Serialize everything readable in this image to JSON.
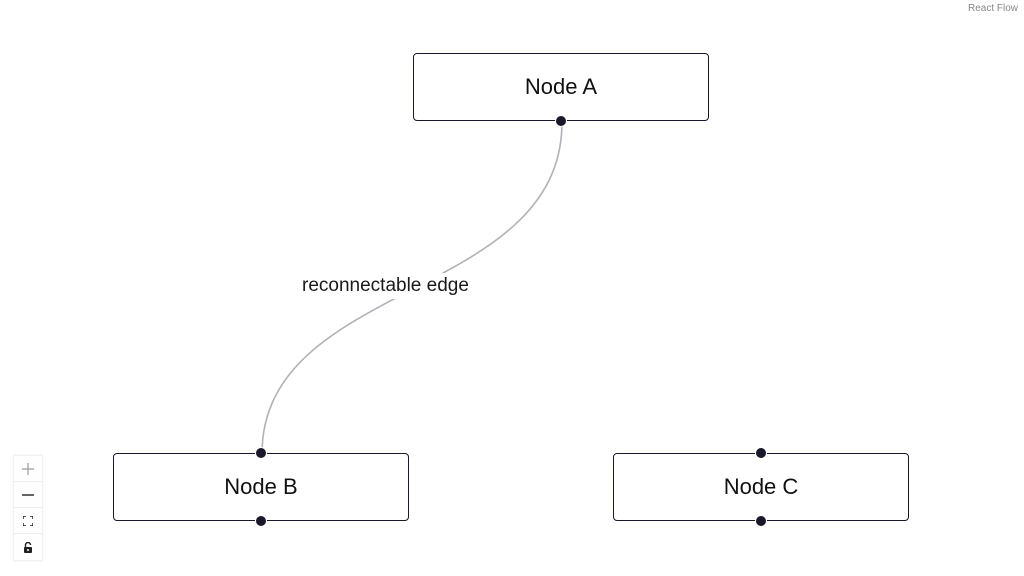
{
  "attribution": "React Flow",
  "nodes": {
    "a": {
      "label": "Node A"
    },
    "b": {
      "label": "Node B"
    },
    "c": {
      "label": "Node C"
    }
  },
  "edges": [
    {
      "source": "Node A",
      "target": "Node B",
      "label": "reconnectable edge"
    }
  ],
  "colors": {
    "node_border": "#1a192b",
    "handle": "#1a192b",
    "edge": "#b1b1b7"
  },
  "controls": [
    {
      "icon": "plus-icon",
      "action": "zoom in"
    },
    {
      "icon": "minus-icon",
      "action": "zoom out"
    },
    {
      "icon": "fit-view-icon",
      "action": "fit view"
    },
    {
      "icon": "lock-icon",
      "action": "toggle interactivity"
    }
  ]
}
